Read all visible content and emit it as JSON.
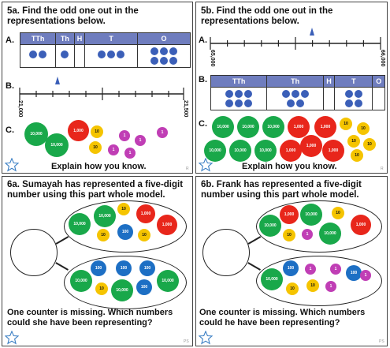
{
  "q5a": {
    "title_line1": "5a. Find the odd one out in the",
    "title_line2": "representations below.",
    "label_a": "A.",
    "label_b": "B.",
    "label_c": "C.",
    "explain": "Explain how you know.",
    "corner": "R",
    "headers": [
      "TTh",
      "Th",
      "H",
      "T",
      "O"
    ],
    "dots": [
      2,
      1,
      0,
      3,
      6
    ],
    "nl_left": "21,000",
    "nl_right": "21,500",
    "counters": [
      {
        "v": "10,000",
        "c": "g"
      },
      {
        "v": "10,000",
        "c": "g"
      },
      {
        "v": "1,000",
        "c": "r"
      },
      {
        "v": "10",
        "c": "y"
      },
      {
        "v": "10",
        "c": "y"
      },
      {
        "v": "1",
        "c": "p"
      },
      {
        "v": "1",
        "c": "p"
      },
      {
        "v": "1",
        "c": "p"
      },
      {
        "v": "1",
        "c": "p"
      },
      {
        "v": "1",
        "c": "p"
      }
    ]
  },
  "q5b": {
    "title_line1": "5b. Find the odd one out in the",
    "title_line2": "representations below.",
    "label_a": "A.",
    "label_b": "B.",
    "label_c": "C.",
    "explain": "Explain how you know.",
    "corner": "R",
    "headers": [
      "TTh",
      "Th",
      "H",
      "T",
      "O"
    ],
    "dots": [
      6,
      5,
      0,
      4,
      0
    ],
    "nl_left": "65,000",
    "nl_right": "66,000",
    "counters": [
      {
        "v": "10,000",
        "c": "g"
      },
      {
        "v": "10,000",
        "c": "g"
      },
      {
        "v": "10,000",
        "c": "g"
      },
      {
        "v": "1,000",
        "c": "r"
      },
      {
        "v": "1,000",
        "c": "r"
      },
      {
        "v": "10",
        "c": "y"
      },
      {
        "v": "10,000",
        "c": "g"
      },
      {
        "v": "10,000",
        "c": "g"
      },
      {
        "v": "10,000",
        "c": "g"
      },
      {
        "v": "1,000",
        "c": "r"
      },
      {
        "v": "1,000",
        "c": "r"
      },
      {
        "v": "1,000",
        "c": "r"
      },
      {
        "v": "10",
        "c": "y"
      },
      {
        "v": "10",
        "c": "y"
      },
      {
        "v": "10",
        "c": "y"
      },
      {
        "v": "10",
        "c": "y"
      }
    ]
  },
  "q6a": {
    "title_line1": "6a. Sumayah has represented a five-digit",
    "title_line2": "number using this part whole model.",
    "q_line1": "One counter is missing. Which numbers",
    "q_line2": "could she have been representing?",
    "corner": "PS",
    "top": [
      {
        "v": "10,000",
        "c": "g"
      },
      {
        "v": "10,000",
        "c": "g"
      },
      {
        "v": "10",
        "c": "y"
      },
      {
        "v": "1,000",
        "c": "r"
      },
      {
        "v": "10",
        "c": "y"
      },
      {
        "v": "100",
        "c": "b"
      },
      {
        "v": "10",
        "c": "y"
      },
      {
        "v": "1,000",
        "c": "r"
      }
    ],
    "bottom": [
      {
        "v": "100",
        "c": "b"
      },
      {
        "v": "100",
        "c": "b"
      },
      {
        "v": "100",
        "c": "b"
      },
      {
        "v": "10,000",
        "c": "g"
      },
      {
        "v": "10,000",
        "c": "g"
      },
      {
        "v": "10",
        "c": "y"
      },
      {
        "v": "10,000",
        "c": "g"
      },
      {
        "v": "100",
        "c": "b"
      }
    ]
  },
  "q6b": {
    "title_line1": "6b. Frank has represented a five-digit",
    "title_line2": "number using this part whole model.",
    "q_line1": "One counter is missing. Which numbers",
    "q_line2": "could he have been representing?",
    "corner": "PS",
    "top": [
      {
        "v": "1,000",
        "c": "r"
      },
      {
        "v": "10,000",
        "c": "g"
      },
      {
        "v": "10",
        "c": "y"
      },
      {
        "v": "10,000",
        "c": "g"
      },
      {
        "v": "1,000",
        "c": "r"
      },
      {
        "v": "10",
        "c": "y"
      },
      {
        "v": "1",
        "c": "p"
      },
      {
        "v": "10,000",
        "c": "g"
      }
    ],
    "bottom": [
      {
        "v": "100",
        "c": "b"
      },
      {
        "v": "1",
        "c": "p"
      },
      {
        "v": "10,000",
        "c": "g"
      },
      {
        "v": "1",
        "c": "p"
      },
      {
        "v": "100",
        "c": "b"
      },
      {
        "v": "10",
        "c": "y"
      },
      {
        "v": "1",
        "c": "p"
      },
      {
        "v": "10",
        "c": "y"
      },
      {
        "v": "1",
        "c": "p"
      }
    ]
  }
}
